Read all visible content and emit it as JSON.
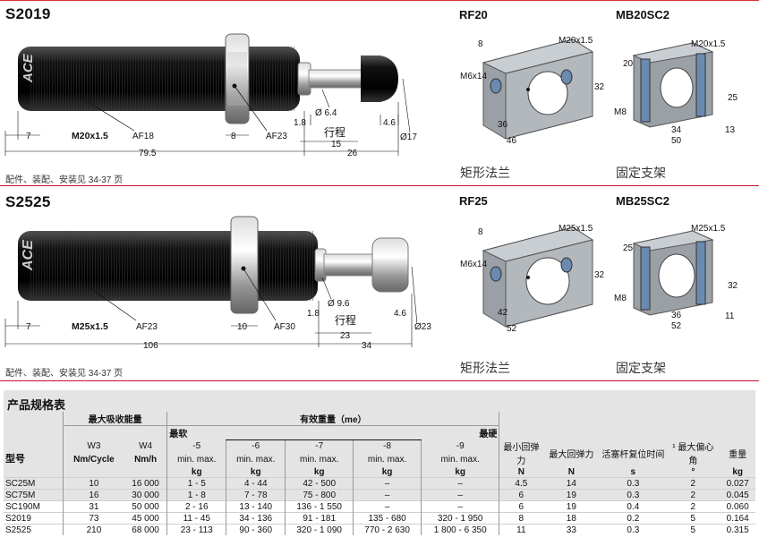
{
  "sections": [
    {
      "title": "S2019",
      "note": "配件、装配、安装见 34-37 页",
      "thread": "M20x1.5",
      "dims": {
        "d7": "7",
        "af_body": "AF18",
        "d8": "8",
        "af_nut": "AF23",
        "d1_8": "1.8",
        "rod": "Ø 6.4",
        "stroke_label": "行程",
        "stroke": "15",
        "d4_6": "4.6",
        "cap": "Ø17",
        "total": "79.5",
        "rod_len": "26"
      },
      "accessories": [
        {
          "name": "RF20",
          "caption": "矩形法兰",
          "labels": [
            "8",
            "M20x1.5",
            "M6x14",
            "32",
            "36",
            "46"
          ]
        },
        {
          "name": "MB20SC2",
          "caption": "固定支架",
          "labels": [
            "20",
            "M20x1.5",
            "25",
            "M8",
            "34",
            "50",
            "13"
          ]
        }
      ]
    },
    {
      "title": "S2525",
      "note": "配件、装配、安装见 34-37 页",
      "thread": "M25x1.5",
      "dims": {
        "d7": "7",
        "af_body": "AF23",
        "d8": "10",
        "af_nut": "AF30",
        "d1_8": "1.8",
        "rod": "Ø 9.6",
        "stroke_label": "行程",
        "stroke": "23",
        "d4_6": "4.6",
        "cap": "Ø23",
        "total": "106",
        "rod_len": "34"
      },
      "accessories": [
        {
          "name": "RF25",
          "caption": "矩形法兰",
          "labels": [
            "8",
            "M25x1.5",
            "M6x14",
            "32",
            "42",
            "52"
          ]
        },
        {
          "name": "MB25SC2",
          "caption": "固定支架",
          "labels": [
            "25",
            "M25x1.5",
            "32",
            "M8",
            "36",
            "52",
            "11"
          ]
        }
      ]
    }
  ],
  "spec": {
    "title": "产品规格表",
    "header": {
      "max_energy": "最大吸收能量",
      "effective_weight": "有效重量（me）",
      "softest": "最软",
      "hardest": "最硬",
      "model": "型号",
      "w3": "W3",
      "w3_unit": "Nm/Cycle",
      "w4": "W4",
      "w4_unit": "Nm/h",
      "grades": [
        "-5",
        "-6",
        "-7",
        "-8",
        "-9"
      ],
      "minmax": "min. max.",
      "kg": "kg",
      "min_return": "最小回弹力",
      "max_return": "最大回弹力",
      "reset_time": "活塞杆复位时间",
      "max_angle": "¹ 最大偏心角",
      "weight": "重量",
      "unit_n": "N",
      "unit_s": "s",
      "unit_deg": "°",
      "unit_kg": "kg"
    },
    "rows": [
      [
        "SC25M",
        "10",
        "16 000",
        "1 -   5",
        "4 -  44",
        "42 -  500",
        "–",
        "–",
        "4.5",
        "14",
        "0.3",
        "2",
        "0.027"
      ],
      [
        "SC75M",
        "16",
        "30 000",
        "1 -   8",
        "7 -  78",
        "75 -  800",
        "–",
        "–",
        "6",
        "19",
        "0.3",
        "2",
        "0.045"
      ],
      [
        "SC190M",
        "31",
        "50 000",
        "2 -  16",
        "13 - 140",
        "136 - 1 550",
        "–",
        "–",
        "6",
        "19",
        "0.4",
        "2",
        "0.060"
      ],
      [
        "S2019",
        "73",
        "45 000",
        "11 -  45",
        "34 - 136",
        "91 -  181",
        "135 -  680",
        "320 - 1 950",
        "8",
        "18",
        "0.2",
        "5",
        "0.164"
      ],
      [
        "S2525",
        "210",
        "68 000",
        "23 - 113",
        "90 - 360",
        "320 - 1 090",
        "770 - 2 630",
        "1 800 - 6 350",
        "11",
        "33",
        "0.3",
        "5",
        "0.315"
      ]
    ]
  }
}
